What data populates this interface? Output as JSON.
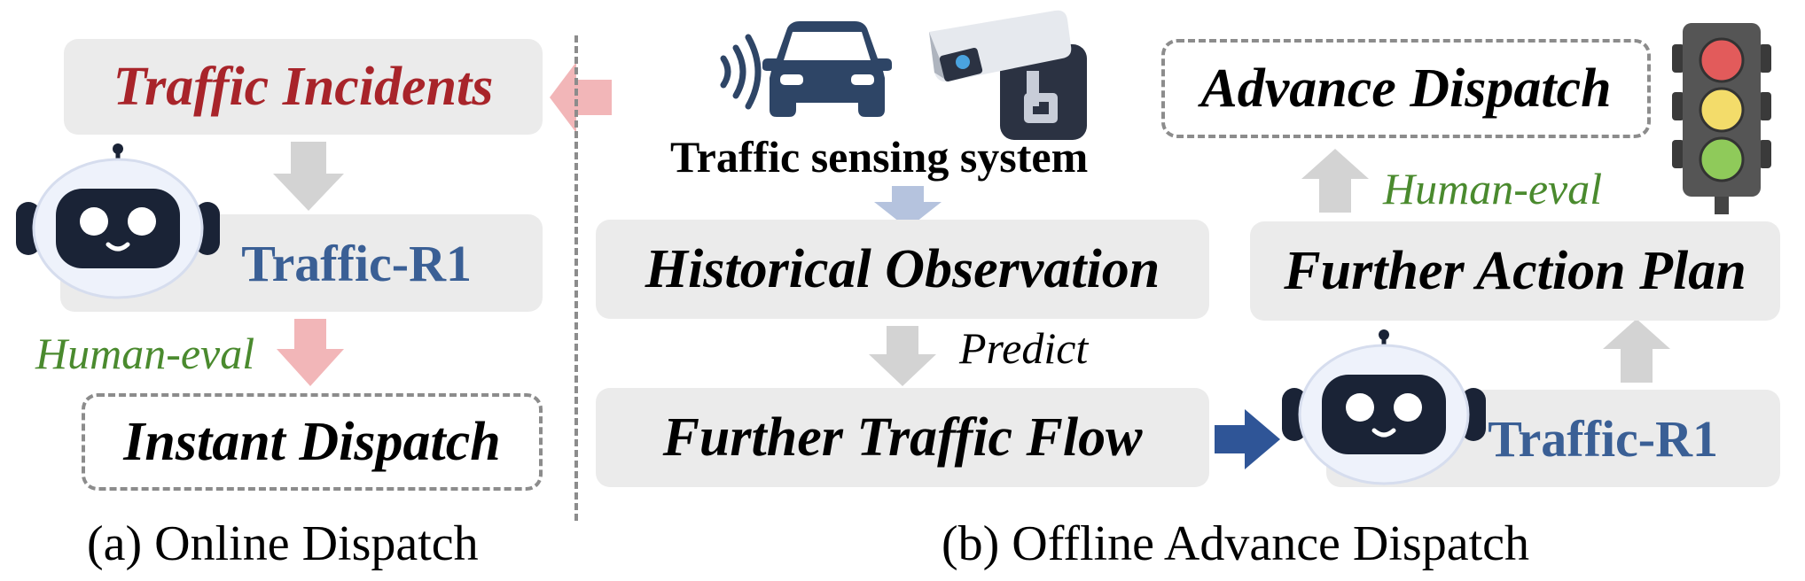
{
  "online": {
    "incidents": "Traffic Incidents",
    "model": "Traffic-R1",
    "eval": "Human-eval",
    "dispatch": "Instant Dispatch",
    "caption": "(a) Online Dispatch"
  },
  "offline": {
    "sensing": "Traffic sensing system",
    "history": "Historical Observation",
    "predict": "Predict",
    "flow": "Further Traffic Flow",
    "model": "Traffic-R1",
    "plan": "Further Action Plan",
    "eval": "Human-eval",
    "dispatch": "Advance Dispatch",
    "caption": "(b) Offline Advance Dispatch"
  },
  "colors": {
    "incident_red": "#a8242a",
    "model_blue": "#3a5f95",
    "eval_green": "#4a8a2e",
    "box_gray": "#ebebeb"
  },
  "icons": [
    "robot-icon",
    "car-icon",
    "signal-waves-icon",
    "camera-icon",
    "traffic-light-icon"
  ]
}
